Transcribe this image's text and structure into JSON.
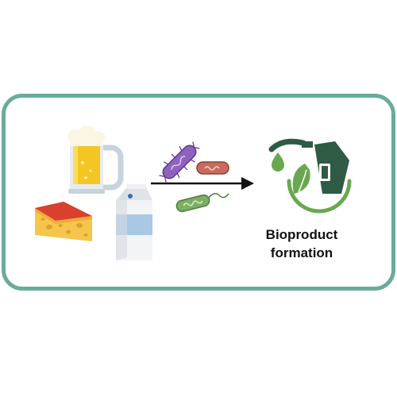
{
  "diagram": {
    "inputs": [
      {
        "name": "beer",
        "icon": "beer-mug-icon"
      },
      {
        "name": "cheese",
        "icon": "cheese-wedge-icon"
      },
      {
        "name": "milk",
        "icon": "milk-carton-icon"
      }
    ],
    "microbes": [
      {
        "icon": "bacterium-purple-icon",
        "color": "#7b4fa8"
      },
      {
        "icon": "bacterium-red-icon",
        "color": "#b65a4e"
      },
      {
        "icon": "bacterium-green-icon",
        "color": "#6b9a55"
      }
    ],
    "output": {
      "icon": "biofuel-pump-icon",
      "label_line1": "Bioproduct",
      "label_line2": "formation"
    },
    "colors": {
      "frame": "#6aab9c",
      "pump": "#2f5b45",
      "leaf": "#6aa84f",
      "arrow": "#111111"
    }
  }
}
